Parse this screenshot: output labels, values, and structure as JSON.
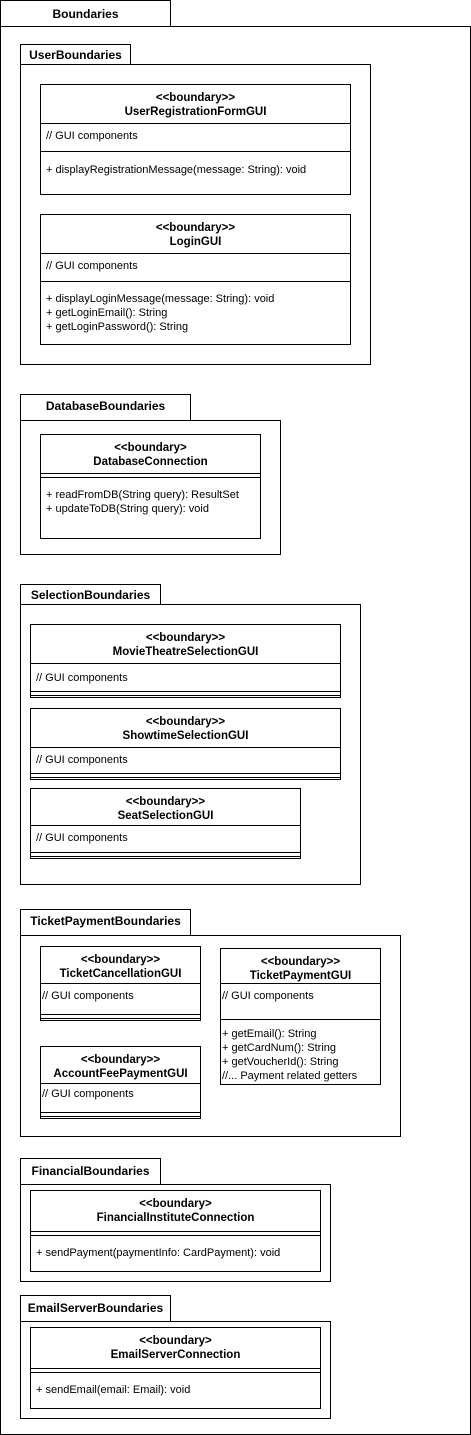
{
  "diagram": {
    "outer_package": "Boundaries",
    "packages": [
      {
        "name": "UserBoundaries",
        "classes": [
          {
            "stereotype": "<<boundary>>",
            "name": "UserRegistrationFormGUI",
            "attributes": [
              "// GUI components"
            ],
            "methods": [
              "+ displayRegistrationMessage(message: String): void"
            ]
          },
          {
            "stereotype": "<<boundary>>",
            "name": "LoginGUI",
            "attributes": [
              "// GUI components"
            ],
            "methods": [
              "+ displayLoginMessage(message: String): void",
              "+ getLoginEmail(): String",
              "+ getLoginPassword(): String"
            ]
          }
        ]
      },
      {
        "name": "DatabaseBoundaries",
        "classes": [
          {
            "stereotype": "<<boundary>",
            "name": "DatabaseConnection",
            "attributes": [],
            "methods": [
              "+ readFromDB(String query): ResultSet",
              "+ updateToDB(String query): void"
            ]
          }
        ]
      },
      {
        "name": "SelectionBoundaries",
        "classes": [
          {
            "stereotype": "<<boundary>>",
            "name": "MovieTheatreSelectionGUI",
            "attributes": [
              "// GUI components"
            ],
            "methods": []
          },
          {
            "stereotype": "<<boundary>>",
            "name": "ShowtimeSelectionGUI",
            "attributes": [
              "// GUI components"
            ],
            "methods": []
          },
          {
            "stereotype": "<<boundary>>",
            "name": "SeatSelectionGUI",
            "attributes": [
              "// GUI components"
            ],
            "methods": []
          }
        ]
      },
      {
        "name": "TicketPaymentBoundaries",
        "classes": [
          {
            "stereotype": "<<boundary>>",
            "name": "TicketCancellationGUI",
            "attributes": [
              "// GUI components"
            ],
            "methods": []
          },
          {
            "stereotype": "<<boundary>>",
            "name": "TicketPaymentGUI",
            "attributes": [
              "// GUI components"
            ],
            "methods": [
              "+ getEmail(): String",
              "+ getCardNum(): String",
              "+ getVoucherId(): String",
              "//... Payment related getters"
            ]
          },
          {
            "stereotype": "<<boundary>>",
            "name": "AccountFeePaymentGUI",
            "attributes": [
              "// GUI components"
            ],
            "methods": []
          }
        ]
      },
      {
        "name": "FinancialBoundaries",
        "classes": [
          {
            "stereotype": "<<boundary>",
            "name": "FinancialInstituteConnection",
            "attributes": [],
            "methods": [
              "+ sendPayment(paymentInfo: CardPayment): void"
            ]
          }
        ]
      },
      {
        "name": "EmailServerBoundaries",
        "classes": [
          {
            "stereotype": "<<boundary>",
            "name": "EmailServerConnection",
            "attributes": [],
            "methods": [
              "+ sendEmail(email: Email): void"
            ]
          }
        ]
      }
    ]
  }
}
